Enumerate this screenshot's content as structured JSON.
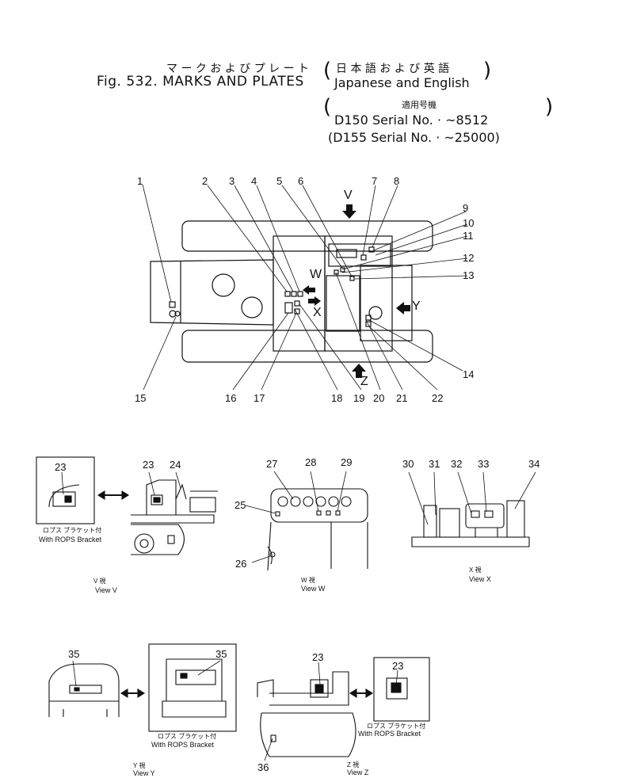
{
  "header": {
    "title_jp": "マ ー ク お よ び プ レ ー ト",
    "fig_label": "Fig. 532. MARKS AND PLATES",
    "lang_jp": "日 本 語 お よ び 英  語",
    "lang_en": "Japanese and English",
    "serial_jp": "適用号機",
    "serial_1": "D150 Serial No.  ·  ~8512",
    "serial_2": "(D155 Serial No.  ·  ~25000)"
  },
  "callouts_main": [
    "1",
    "2",
    "3",
    "4",
    "5",
    "6",
    "7",
    "8",
    "9",
    "10",
    "11",
    "12",
    "13",
    "14",
    "15",
    "16",
    "17",
    "18",
    "19",
    "20",
    "21",
    "22"
  ],
  "view_letters": {
    "v": "V",
    "w": "W",
    "x": "X",
    "y": "Y",
    "z": "Z"
  },
  "view_v": {
    "callouts": [
      "23",
      "23",
      "24"
    ],
    "rops_jp": "ロプス ブラケット付",
    "rops_en": "With ROPS Bracket",
    "label_jp": "V  視",
    "label_en": "View V"
  },
  "view_w": {
    "callouts": [
      "25",
      "26",
      "27",
      "28",
      "29"
    ],
    "label_jp": "W  視",
    "label_en": "View W"
  },
  "view_x": {
    "callouts": [
      "30",
      "31",
      "32",
      "33",
      "34"
    ],
    "label_jp": "X  視",
    "label_en": "View X"
  },
  "view_y": {
    "callouts": [
      "35",
      "35"
    ],
    "rops_jp": "ロプス ブラケット付",
    "rops_en": "With ROPS Bracket",
    "label_jp": "Y  視",
    "label_en": "View Y"
  },
  "view_z": {
    "callouts": [
      "23",
      "36",
      "23"
    ],
    "rops_jp": "ロプス ブラケット付",
    "rops_en": "With ROPS Bracket",
    "label_jp": "Z  視",
    "label_en": "View Z"
  }
}
